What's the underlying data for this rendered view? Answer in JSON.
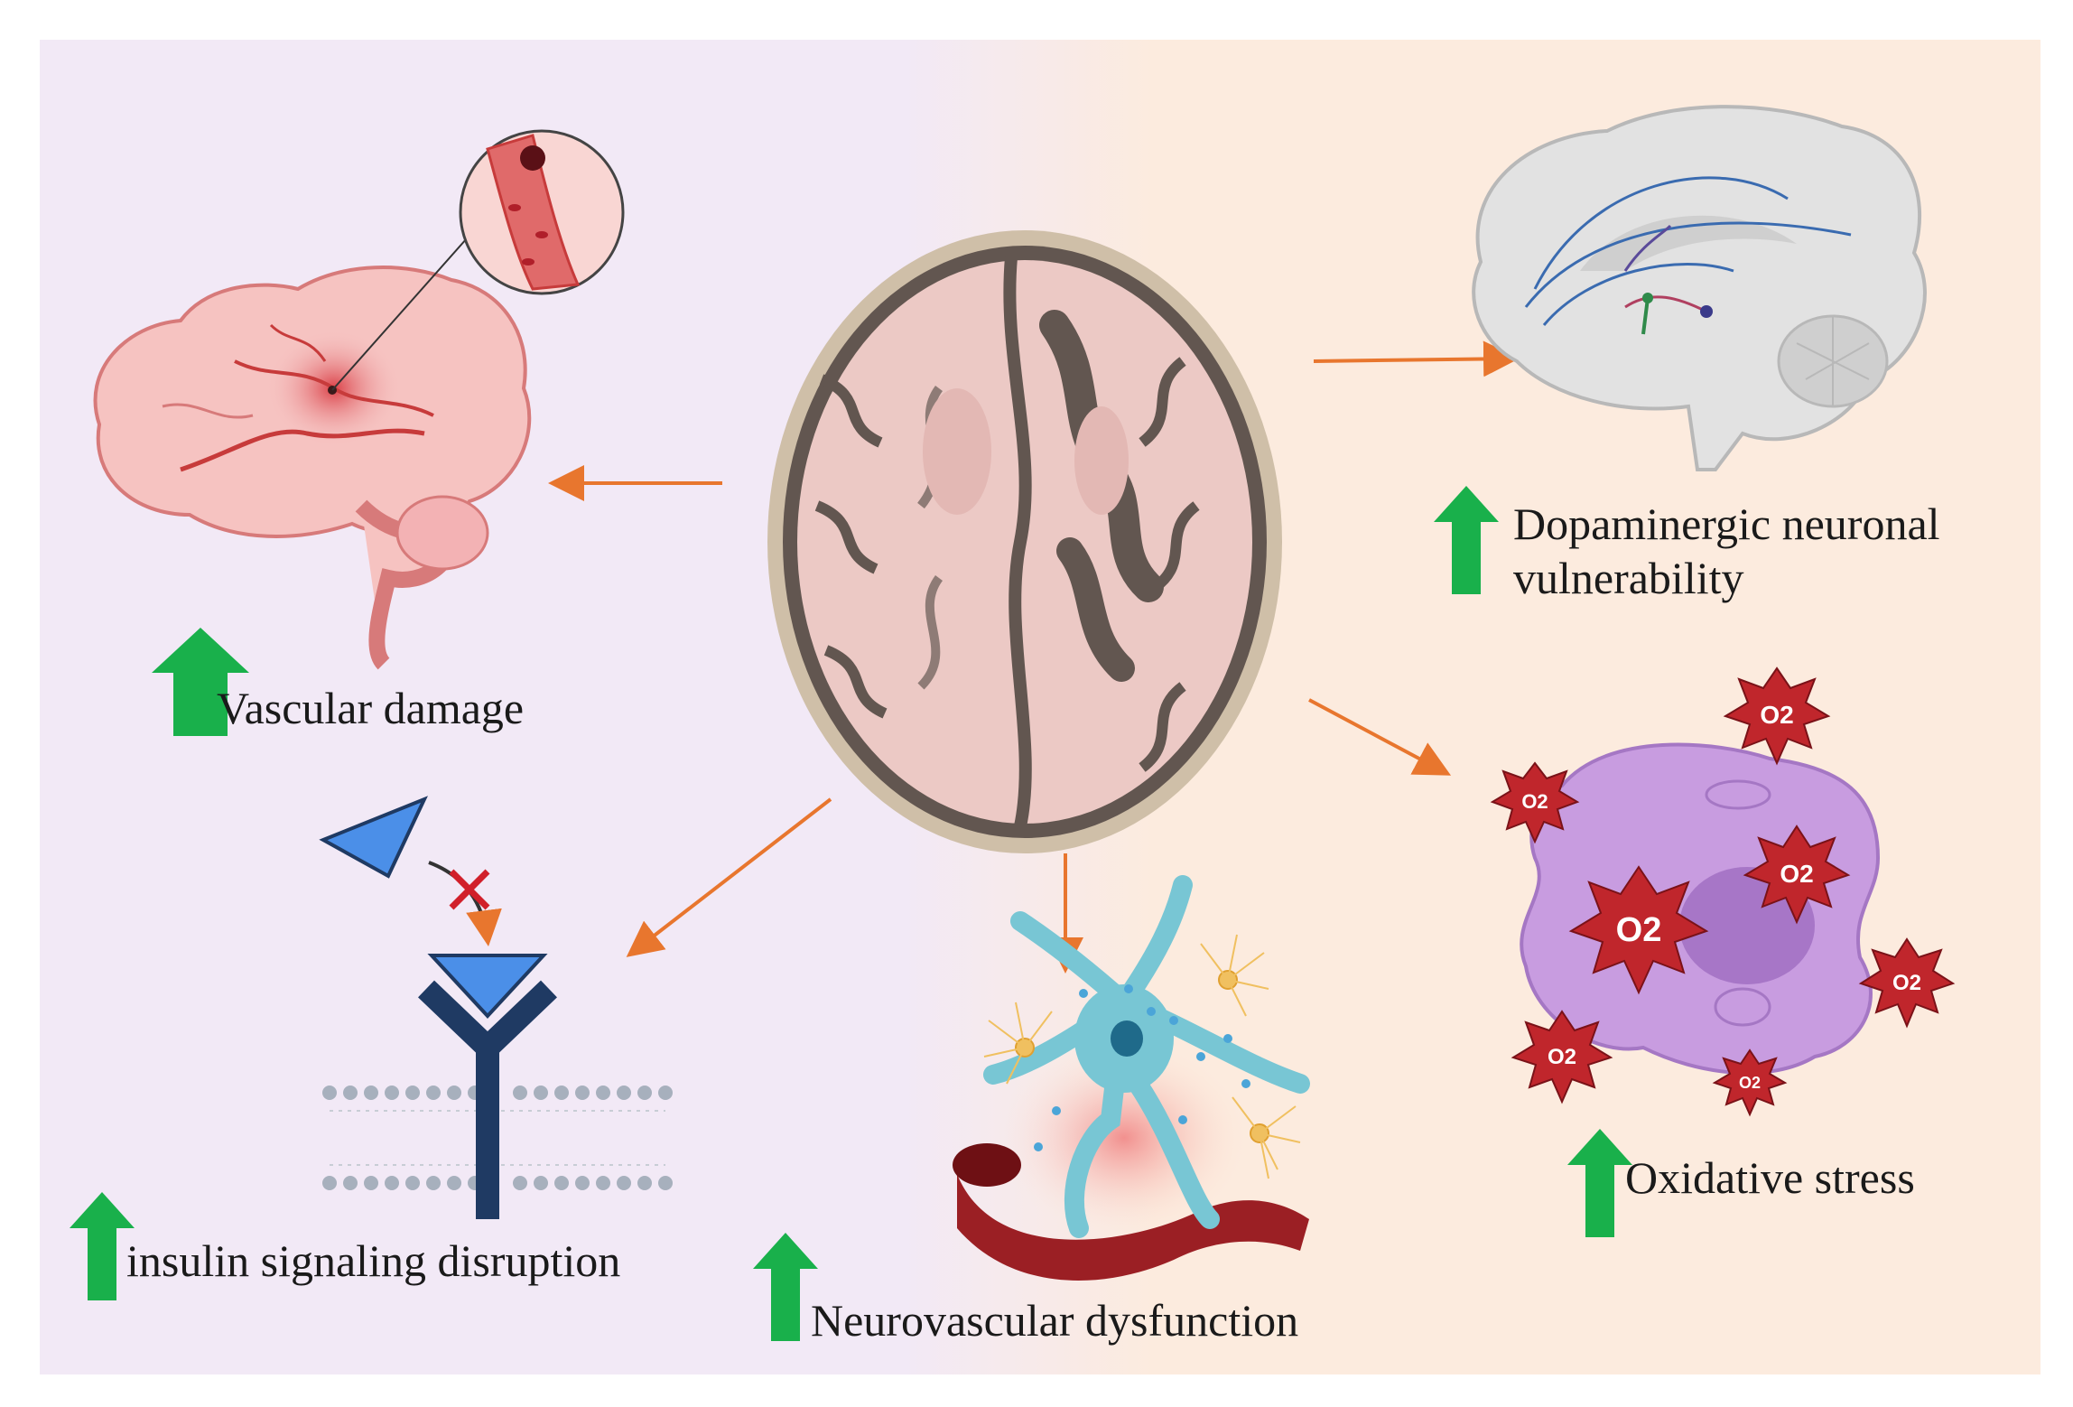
{
  "labels": {
    "vascular": "Vascular damage",
    "insulin": "insulin signaling disruption",
    "neurovascular": "Neurovascular dysfunction",
    "dopaminergic_line1": "Dopaminergic neuronal",
    "dopaminergic_line2": "vulnerability",
    "oxidative": "Oxidative stress"
  },
  "radical_label": "O2",
  "colors": {
    "left_background": "#f2e9f6",
    "right_background": "#fcebde",
    "pointer_arrow": "#e8762e",
    "increase_arrow": "#19b04b",
    "radical": "#c0262c",
    "cell": "#c89ce0",
    "receptor": "#1f3a63",
    "insulin": "#4b8fe8"
  },
  "icons": [
    "brain-slice",
    "brain-vascular",
    "brain-sagittal",
    "insulin-receptor",
    "neurovascular-unit",
    "oxidized-cell"
  ]
}
